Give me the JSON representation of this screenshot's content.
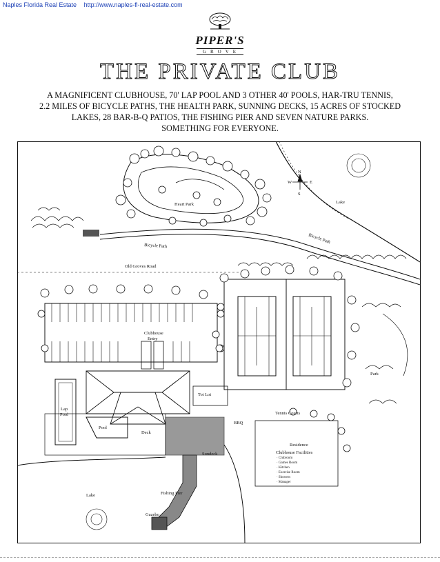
{
  "header": {
    "site_name": "Naples Florida Real Estate",
    "site_url": "http://www.naples-fl-real-estate.com"
  },
  "logo": {
    "word": "PIPER'S",
    "sub": "GROVE"
  },
  "title": "THE PRIVATE CLUB",
  "tagline": [
    "A MAGNIFICENT CLUBHOUSE, 70' LAP POOL AND 3 OTHER 40' POOLS, HAR-TRU TENNIS,",
    "2.2 MILES OF BICYCLE PATHS, THE HEALTH PARK, SUNNING DECKS, 15 ACRES OF STOCKED",
    "LAKES, 28 BAR-B-Q PATIOS, THE FISHING PIER AND SEVEN NATURE PARKS.",
    "SOMETHING FOR EVERYONE."
  ],
  "map": {
    "labels": {
      "heart_park": "Heart Park",
      "bicycle_path_left": "Bicycle Path",
      "bicycle_path_right": "Bicycle Path",
      "lake_top": "Lake",
      "old_groves_road": "Old Groves Road",
      "clubhouse_entry": [
        "Clubhouse",
        "Entry"
      ],
      "tot_lot": "Tot Lot",
      "lap_pool": [
        "Lap",
        "Pool"
      ],
      "pool": "Pool",
      "deck": "Deck",
      "bbq": "BBQ",
      "tennis_courts": "Tennis Courts",
      "park": "Park",
      "sundeck": "Sundeck",
      "residence": "Residence",
      "lake_bottom": "Lake",
      "fishing_pier": "Fishing Pier",
      "gazebo": "Gazebo"
    },
    "compass": {
      "n": "N",
      "s": "S",
      "e": "E",
      "w": "W"
    },
    "facilities": {
      "title": "Clubhouse Facilities",
      "items": [
        "· Clubroom",
        "· Games Room",
        "· Kitchen",
        "· Exercise Room",
        "· Showers",
        "· Manager"
      ]
    }
  }
}
